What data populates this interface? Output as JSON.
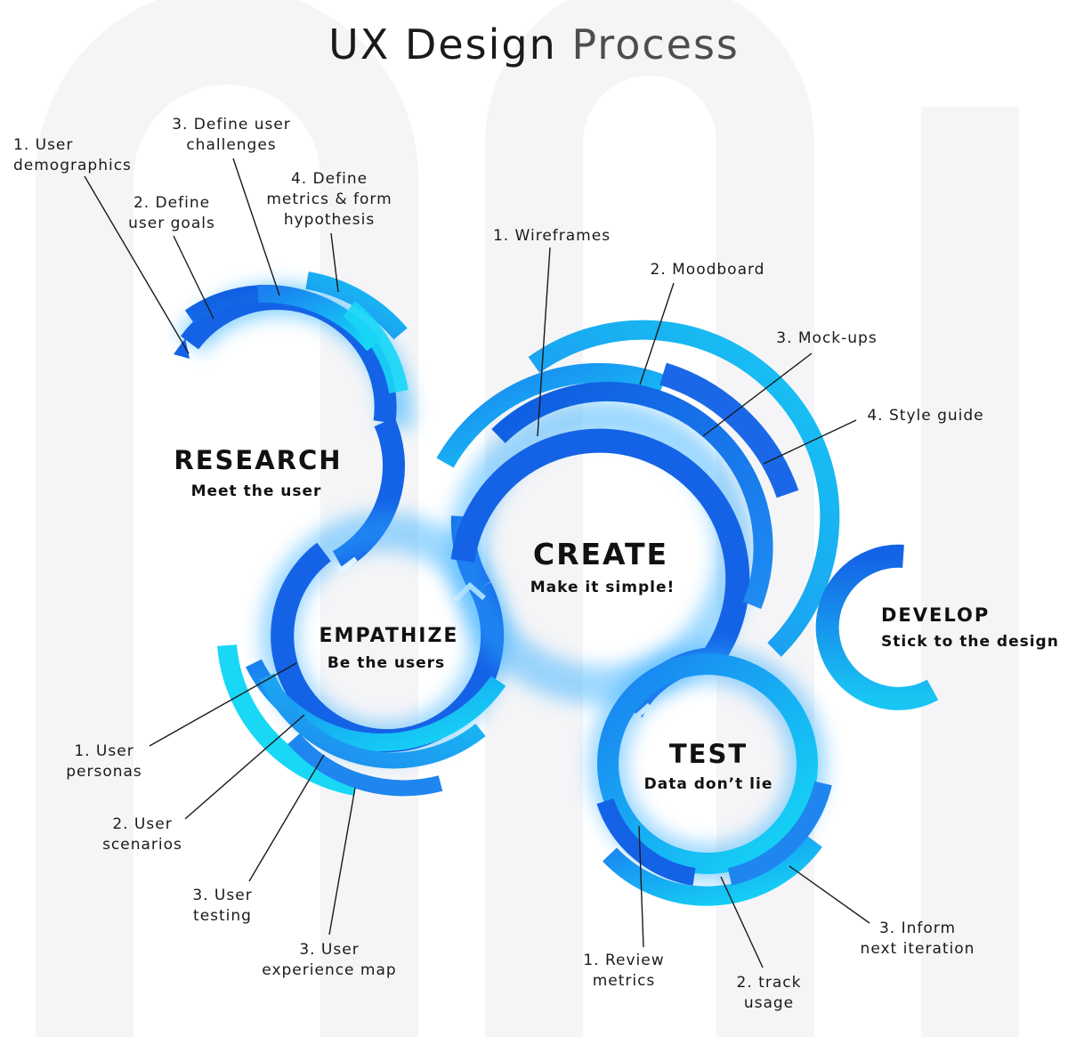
{
  "title": {
    "dark": "UX Design",
    "gray": "Process"
  },
  "colors": {
    "deep_blue": "#1463e6",
    "mid_blue": "#1e88f0",
    "cyan": "#12d8f5",
    "ink": "#111111"
  },
  "stages": {
    "research": {
      "name": "RESEARCH",
      "tagline": "Meet the user",
      "steps": [
        [
          "1. User",
          "demographics"
        ],
        [
          "2. Define",
          "user goals"
        ],
        [
          "3. Define user",
          "challenges"
        ],
        [
          "4. Define",
          "metrics & form",
          "hypothesis"
        ]
      ]
    },
    "empathize": {
      "name": "EMPATHIZE",
      "tagline": "Be the users",
      "steps": [
        [
          "1. User",
          "personas"
        ],
        [
          "2. User",
          "scenarios"
        ],
        [
          "3. User",
          "testing"
        ],
        [
          "3. User",
          "experience map"
        ]
      ]
    },
    "create": {
      "name": "CREATE",
      "tagline": "Make it simple!",
      "steps": [
        [
          "1. Wireframes"
        ],
        [
          "2. Moodboard"
        ],
        [
          "3. Mock-ups"
        ],
        [
          "4. Style guide"
        ]
      ]
    },
    "test": {
      "name": "TEST",
      "tagline": "Data don’t lie",
      "steps": [
        [
          "1. Review",
          "metrics"
        ],
        [
          "2. track",
          "usage"
        ],
        [
          "3. Inform",
          "next iteration"
        ]
      ]
    },
    "develop": {
      "name": "DEVELOP",
      "tagline": "Stick to the design"
    }
  }
}
